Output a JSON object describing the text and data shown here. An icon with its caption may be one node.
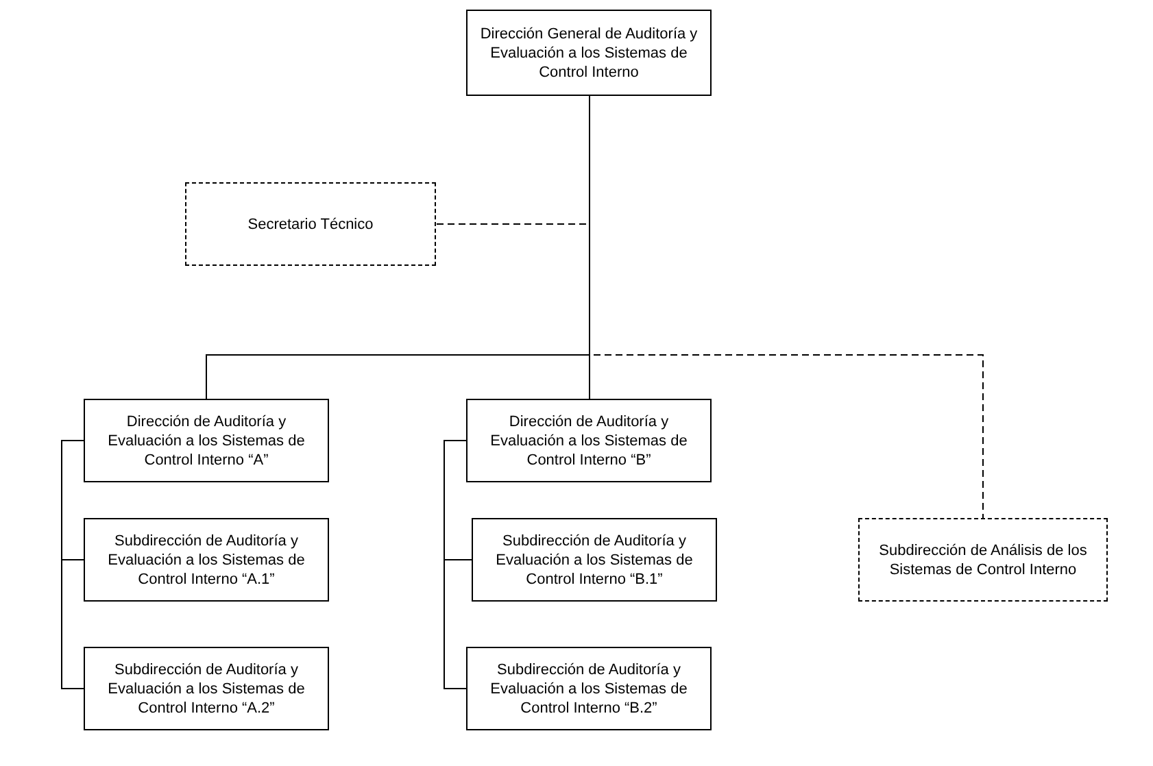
{
  "diagram": {
    "nodes": [
      {
        "text": [
          "Dirección General de Auditoría y Evaluación a los Sistemas de Control Interno"
        ]
      },
      {
        "text": [
          "Secretario Técnico"
        ]
      },
      {
        "text": [
          "Dirección de Auditoría y Evaluación a los Sistemas de Control Interno “A”"
        ]
      },
      {
        "text": [
          "Subdirección de Auditoría y Evaluación a los Sistemas de Control Interno “A.1”"
        ]
      },
      {
        "text": [
          "Subdirección de Auditoría y Evaluación a los Sistemas de Control Interno “A.2”"
        ]
      },
      {
        "text": [
          "Dirección de Auditoría y Evaluación a los Sistemas de Control Interno “B”"
        ]
      },
      {
        "text": [
          "Subdirección de Auditoría y Evaluación a los Sistemas de Control Interno “B.1”"
        ]
      },
      {
        "text": [
          "Subdirección de Auditoría y Evaluación a los Sistemas de Control Interno “B.2”"
        ]
      },
      {
        "text": [
          "Subdirección de Análisis de los Sistemas de Control Interno"
        ]
      }
    ],
    "edges": [
      {
        "from": 0,
        "to": 1,
        "arrow": "none",
        "style": "dashed"
      },
      {
        "from": 0,
        "to": 2,
        "arrow": "none"
      },
      {
        "from": 0,
        "to": 5,
        "arrow": "none"
      },
      {
        "from": 0,
        "to": 8,
        "arrow": "none",
        "style": "dashed"
      },
      {
        "from": 2,
        "to": 3,
        "arrow": "none"
      },
      {
        "from": 2,
        "to": 4,
        "arrow": "none"
      },
      {
        "from": 5,
        "to": 6,
        "arrow": "none"
      },
      {
        "from": 5,
        "to": 7,
        "arrow": "none"
      }
    ]
  }
}
